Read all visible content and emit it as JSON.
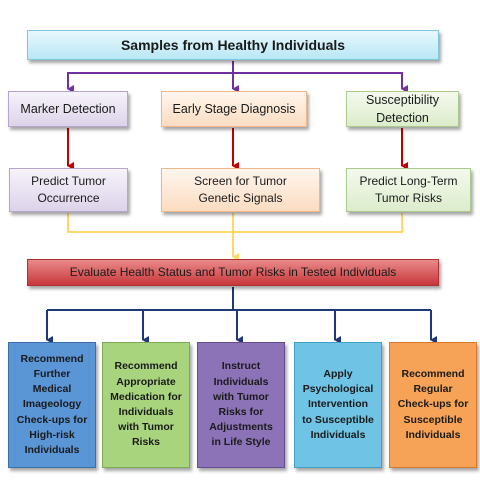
{
  "title": "Samples from Healthy Individuals",
  "methods": [
    {
      "label": "Marker Detection"
    },
    {
      "label": "Early Stage Diagnosis"
    },
    {
      "label": "Susceptibility\nDetection"
    }
  ],
  "predictions": [
    {
      "label": "Predict Tumor\nOccurrence"
    },
    {
      "label": "Screen for Tumor\nGenetic Signals"
    },
    {
      "label": "Predict Long-Term\nTumor Risks"
    }
  ],
  "evaluation": "Evaluate Health Status and Tumor Risks in Tested Individuals",
  "recommendations": [
    {
      "label": "Recommend\nFurther\nMedical\nImageology\nCheck-ups for\nHigh-risk\nIndividuals"
    },
    {
      "label": "Recommend\nAppropriate\nMedication for\nIndividuals\nwith Tumor\nRisks"
    },
    {
      "label": "Instruct\nIndividuals\nwith Tumor\nRisks for\nAdjustments\nin Life Style"
    },
    {
      "label": "Apply\nPsychological\nIntervention\nto Susceptible\nIndividuals"
    },
    {
      "label": "Recommend\nRegular\nCheck-ups for\nSusceptible\nIndividuals"
    }
  ],
  "colors": {
    "purple_connector": "#7030a0",
    "red_connector": "#c00000",
    "yellow_connector": "#ffd966",
    "navy_connector": "#1f3877"
  }
}
